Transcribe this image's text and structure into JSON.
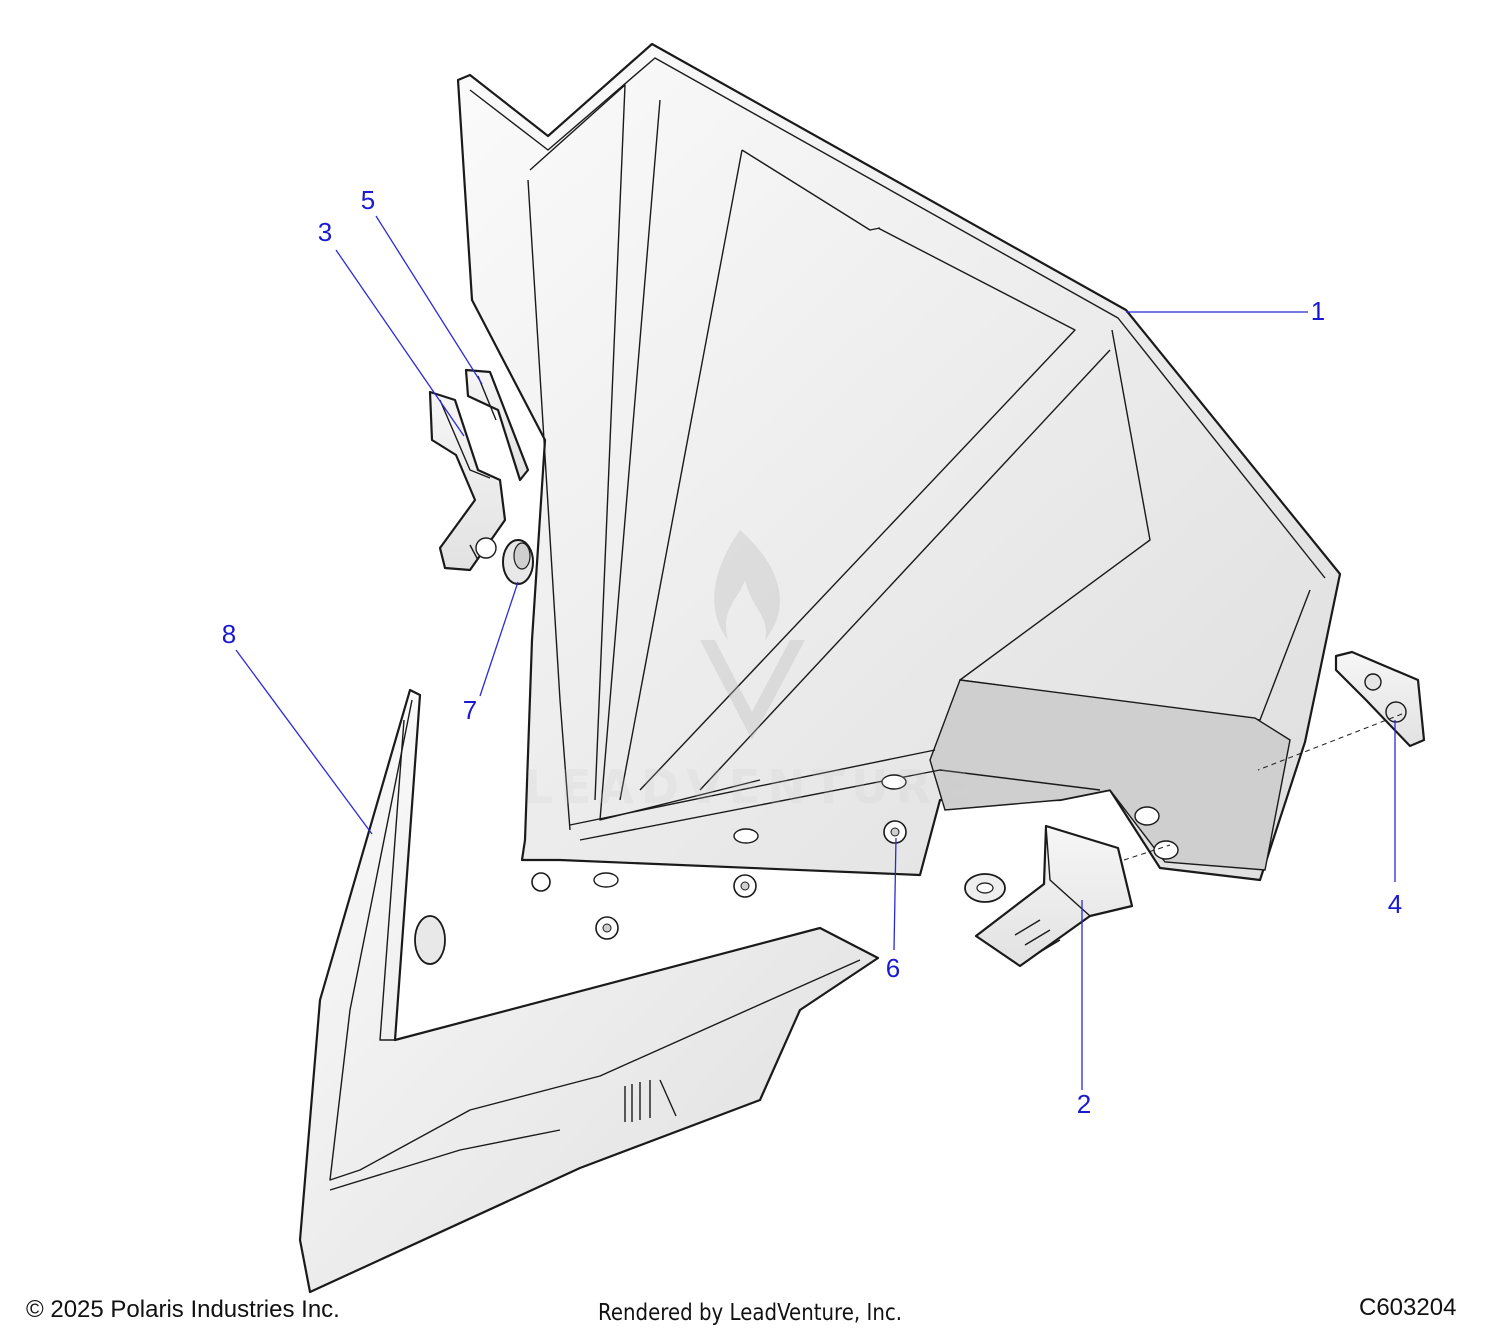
{
  "callouts": [
    {
      "label": "1"
    },
    {
      "label": "2"
    },
    {
      "label": "3"
    },
    {
      "label": "4"
    },
    {
      "label": "5"
    },
    {
      "label": "6"
    },
    {
      "label": "7"
    },
    {
      "label": "8"
    }
  ],
  "watermark": {
    "text": "LEADVENTURE"
  },
  "footer": {
    "copyright": "© 2025 Polaris Industries Inc.",
    "rendered_by": "Rendered by LeadVenture, Inc.",
    "diagram_code": "C603204"
  },
  "colors": {
    "callout": "#1a1ad0",
    "line": "#1a1a1a",
    "panel_light": "#f2f2f2",
    "panel_shade": "#d9d9d9"
  }
}
